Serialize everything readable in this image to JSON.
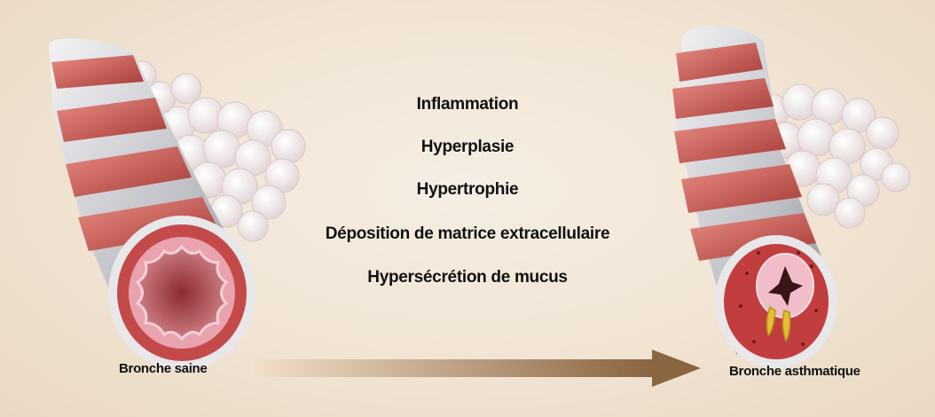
{
  "processes": [
    "Inflammation",
    "Hyperplasie",
    "Hypertrophie",
    "Déposition de matrice extracellulaire",
    "Hypersécrétion de mucus"
  ],
  "left_label": "Bronche saine",
  "right_label": "Bronche asthmatique",
  "colors": {
    "muscle": "#c9574f",
    "wall": "#d9d9dc",
    "mucosa": "#f0b9c4",
    "alveoli": "#f7f1f1",
    "arrow_start": "#f0d8c4",
    "arrow_end": "#8a6540",
    "mucus": "#e2c035"
  }
}
